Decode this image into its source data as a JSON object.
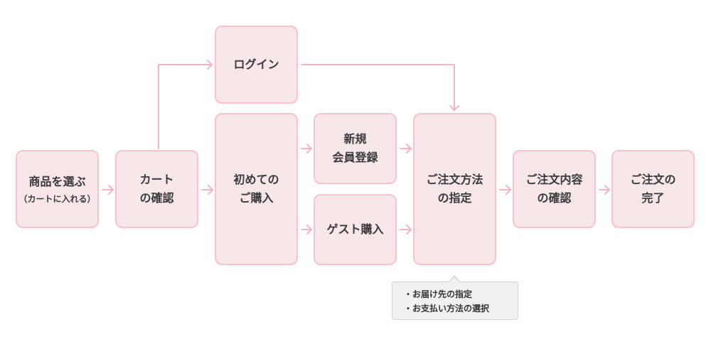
{
  "flow": {
    "select": {
      "line1": "商品を選ぶ",
      "sub": "（カートに入れる）"
    },
    "cart": {
      "line1": "カート",
      "line2": "の確認"
    },
    "login": {
      "line1": "ログイン"
    },
    "first": {
      "line1": "初めての",
      "line2": "ご購入"
    },
    "register": {
      "line1": "新規",
      "line2": "会員登録"
    },
    "guest": {
      "line1": "ゲスト購入"
    },
    "method": {
      "line1": "ご注文方法",
      "line2": "の指定"
    },
    "confirm": {
      "line1": "ご注文内容",
      "line2": "の確認"
    },
    "complete": {
      "line1": "ご注文の",
      "line2": "完了"
    }
  },
  "note": {
    "items": [
      "お届け先の指定",
      "お支払い方法の選択"
    ]
  },
  "colors": {
    "box_fill": "#f7e6ea",
    "box_border": "#f6c3cf",
    "arrow": "#f4b4c5",
    "note_fill": "#f1f1f1"
  }
}
